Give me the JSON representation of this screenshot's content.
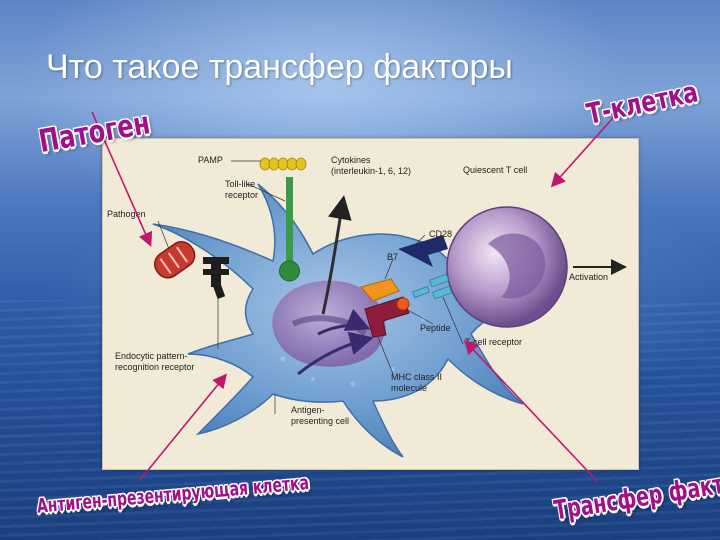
{
  "slide": {
    "title": "Что такое трансфер факторы"
  },
  "figure_labels": {
    "pamp": "PAMP",
    "cytokines": "Cytokines\n(interleukin-1, 6, 12)",
    "quiescent": "Quiescent T cell",
    "tlr": "Toll-like\nreceptor",
    "pathogen": "Pathogen",
    "cd28": "CD28",
    "b7": "B7",
    "activation": "Activation",
    "peptide": "Peptide",
    "tcr": "T-cell receptor",
    "endocytic": "Endocytic pattern-\nrecognition receptor",
    "mhc": "MHC class II\nmolecule",
    "apc": "Antigen-\npresenting cell"
  },
  "wordart": {
    "pathogen": "Патоген",
    "tcell": "Т-клетка",
    "apc": "Антиген-презентирующая клетка",
    "tf": "Трансфер фактор"
  },
  "colors": {
    "wordart": "#a0108a",
    "arrow": "#c0186e",
    "cell_body": "#6f9fd0",
    "t_cell": "#9a80b5"
  }
}
